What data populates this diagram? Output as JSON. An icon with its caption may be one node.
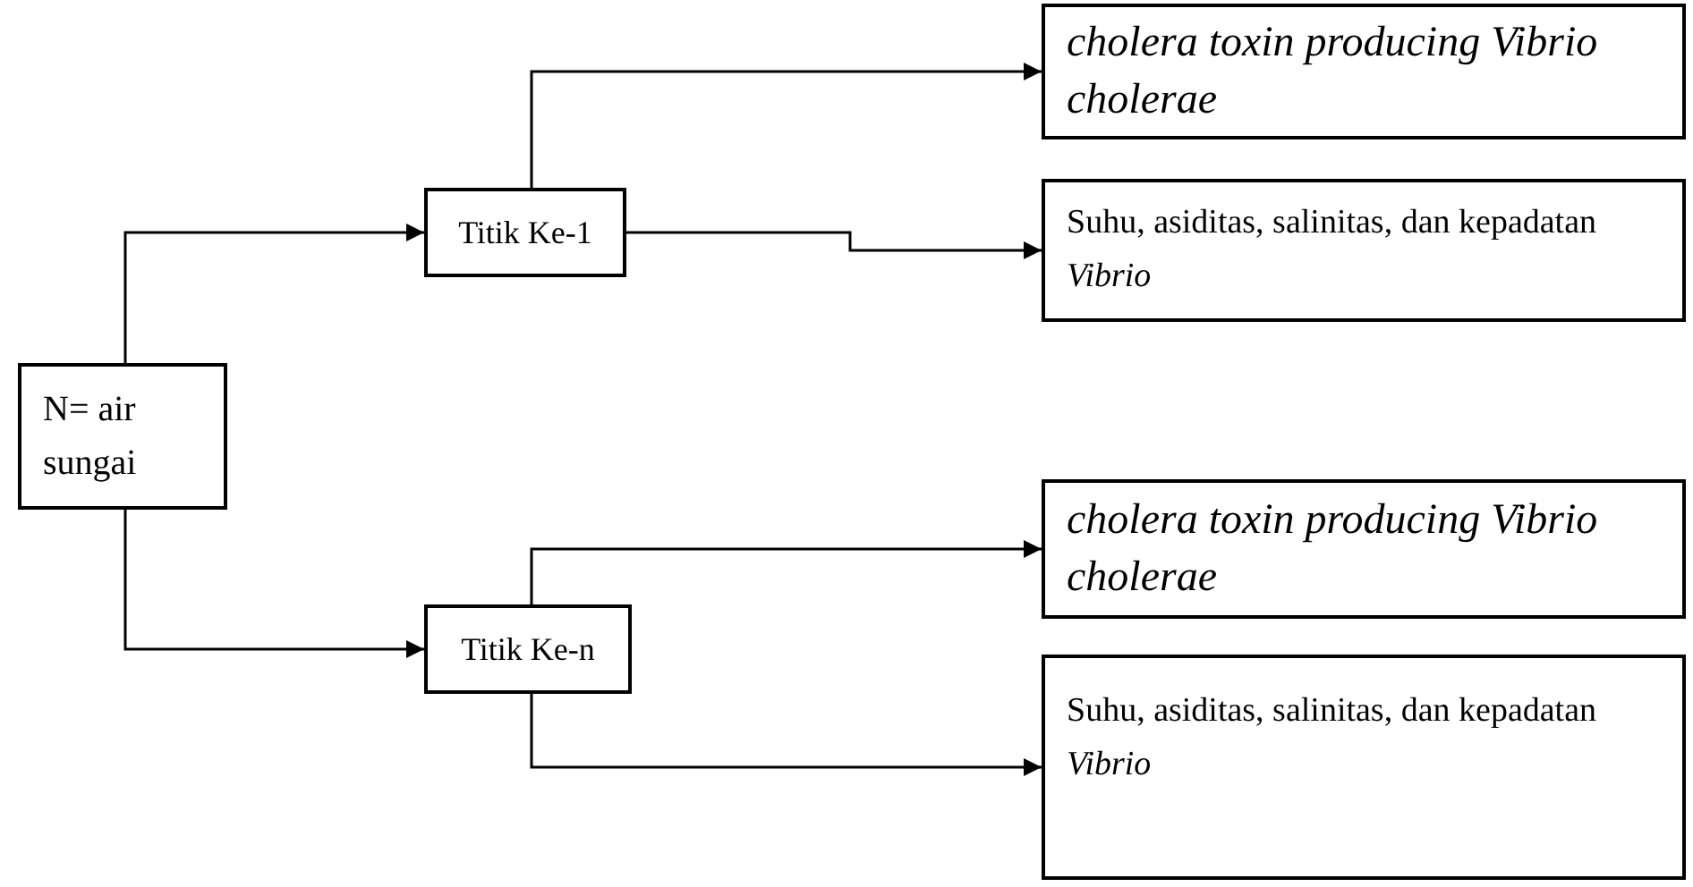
{
  "diagram": {
    "nodes": [
      {
        "text": [
          "N= air sungai"
        ]
      },
      {
        "text": [
          "Titik Ke-1"
        ]
      },
      {
        "text": [
          "Titik Ke-n"
        ]
      },
      {
        "text": [
          "cholera toxin producing Vibrio cholerae"
        ]
      },
      {
        "text": [
          "Suhu, asiditas, salinitas, dan kepadatan  *Vibrio*"
        ]
      },
      {
        "text": [
          "cholera toxin producing Vibrio cholerae"
        ]
      },
      {
        "text": [
          "Suhu, asiditas, salinitas, dan kepadatan  *Vibrio*"
        ]
      }
    ],
    "edges": [
      {
        "from": 0,
        "to": 1,
        "arrow": "to"
      },
      {
        "from": 0,
        "to": 2,
        "arrow": "to"
      },
      {
        "from": 1,
        "to": 3,
        "arrow": "to"
      },
      {
        "from": 1,
        "to": 4,
        "arrow": "to"
      },
      {
        "from": 2,
        "to": 5,
        "arrow": "to"
      },
      {
        "from": 2,
        "to": 6,
        "arrow": "to"
      }
    ]
  }
}
